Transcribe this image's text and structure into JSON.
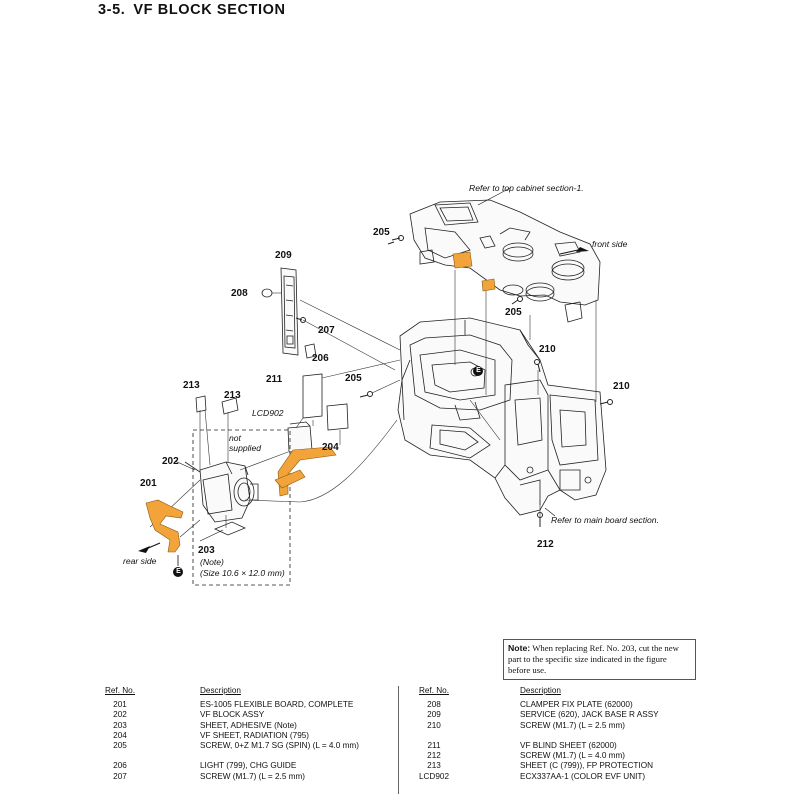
{
  "section": {
    "number": "3-5.",
    "title": "VF BLOCK SECTION"
  },
  "callouts": {
    "top_cabinet": "Refer to top cabinet section-1.",
    "front_side": "front side",
    "rear_side": "rear side",
    "main_board": "Refer to main board section.",
    "not_supplied": "not supplied",
    "note_203": "(Note)",
    "size_203": "(Size 10.6 × 12.0 mm)",
    "lcd": "LCD902",
    "connector": "E"
  },
  "ref_labels": {
    "l201": "201",
    "l202": "202",
    "l203": "203",
    "l204": "204",
    "l205a": "205",
    "l205b": "205",
    "l205c": "205",
    "l206": "206",
    "l207": "207",
    "l208": "208",
    "l209": "209",
    "l210a": "210",
    "l210b": "210",
    "l211": "211",
    "l212": "212",
    "l213a": "213",
    "l213b": "213"
  },
  "note": {
    "label": "Note:",
    "text": "When replacing Ref. No. 203, cut the new part to the specific size indicated in the figure before use."
  },
  "parts_table": {
    "ref_header": "Ref. No.",
    "desc_header": "Description",
    "left": [
      {
        "ref": "201",
        "desc": "ES-1005 FLEXIBLE BOARD, COMPLETE"
      },
      {
        "ref": "202",
        "desc": "VF BLOCK ASSY"
      },
      {
        "ref": "203",
        "desc": "SHEET, ADHESIVE (Note)"
      },
      {
        "ref": "204",
        "desc": "VF SHEET, RADIATION (795)"
      },
      {
        "ref": "205",
        "desc": "SCREW, 0+Z M1.7 SG (SPIN) (L = 4.0 mm)"
      },
      {
        "ref": "",
        "desc": ""
      },
      {
        "ref": "206",
        "desc": "LIGHT (799), CHG GUIDE"
      },
      {
        "ref": "207",
        "desc": "SCREW (M1.7) (L = 2.5 mm)"
      }
    ],
    "right": [
      {
        "ref": "208",
        "desc": "CLAMPER FIX PLATE (62000)"
      },
      {
        "ref": "209",
        "desc": "SERVICE (620), JACK BASE R ASSY"
      },
      {
        "ref": "210",
        "desc": "SCREW (M1.7) (L = 2.5 mm)"
      },
      {
        "ref": "",
        "desc": ""
      },
      {
        "ref": "211",
        "desc": "VF BLIND SHEET (62000)"
      },
      {
        "ref": "212",
        "desc": "SCREW (M1.7) (L = 4.0 mm)"
      },
      {
        "ref": "213",
        "desc": "SHEET (C (799)), FP PROTECTION"
      },
      {
        "ref": "LCD902",
        "desc": "ECX337AA-1 (COLOR EVF UNIT)"
      }
    ]
  }
}
